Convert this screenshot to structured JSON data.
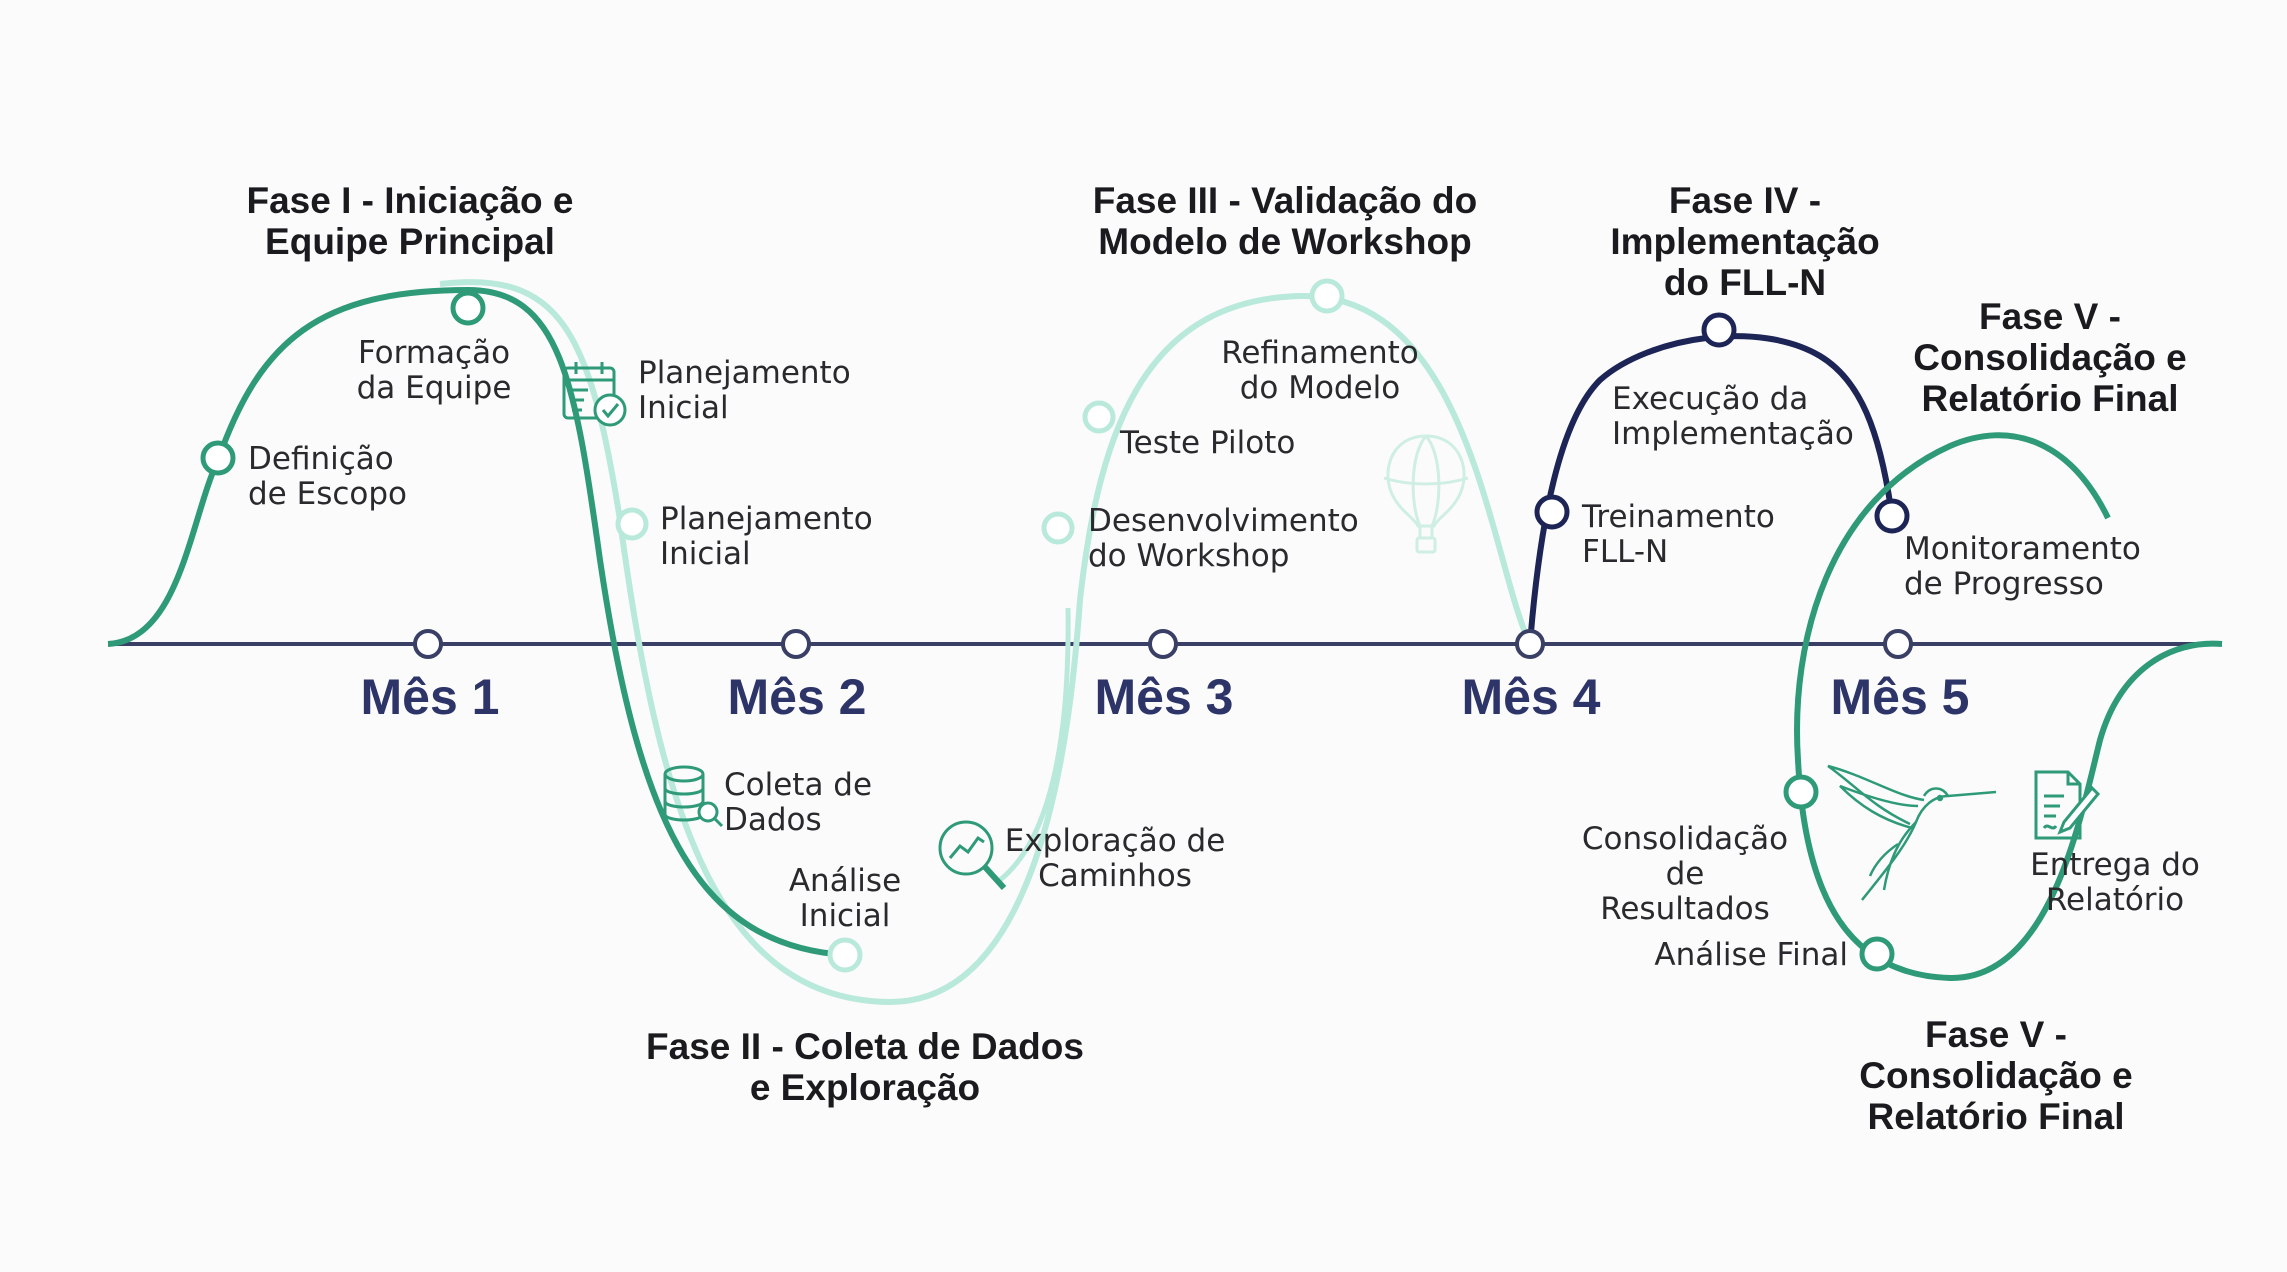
{
  "phases": {
    "p1": "Fase I - Iniciação e\nEquipe Principal",
    "p2": "Fase II - Coleta de Dados\ne Exploração",
    "p3": "Fase III - Validação do\nModelo de Workshop",
    "p4": "Fase IV -\nImplementação\ndo FLL-N",
    "p5a": "Fase V -\nConsolidação e\nRelatório Final",
    "p5b": "Fase V -\nConsolidação e\nRelatório Final"
  },
  "months": [
    "Mês 1",
    "Mês 2",
    "Mês 3",
    "Mês 4",
    "Mês 5"
  ],
  "milestones": {
    "definicao": "Definição\nde Escopo",
    "formacao": "Formação\nda Equipe",
    "planejamento_a": "Planejamento\nInicial",
    "planejamento_b": "Planejamento\nInicial",
    "coleta": "Coleta de\nDados",
    "analise_inicial": "Análise\nInicial",
    "exploracao": "Exploração de\nCaminhos",
    "desenvolvimento": "Desenvolvimento\ndo Workshop",
    "teste": "Teste Piloto",
    "refinamento": "Refinamento\ndo Modelo",
    "execucao": "Execução da\nImplementação",
    "treinamento": "Treinamento\nFLL-N",
    "monitoramento": "Monitoramento\nde Progresso",
    "consolidacao": "Consolidação de\nResultados",
    "analise_final": "Análise Final",
    "entrega": "Entrega do\nRelatório"
  },
  "colors": {
    "green": "#2e9a78",
    "mint": "#b9e9da",
    "navy": "#1d2557",
    "axis": "#3a3f66"
  },
  "icons": [
    "calendar-check-icon",
    "database-icon",
    "magnifier-chart-icon",
    "hot-air-balloon-icon",
    "hummingbird-icon",
    "document-pen-icon"
  ]
}
